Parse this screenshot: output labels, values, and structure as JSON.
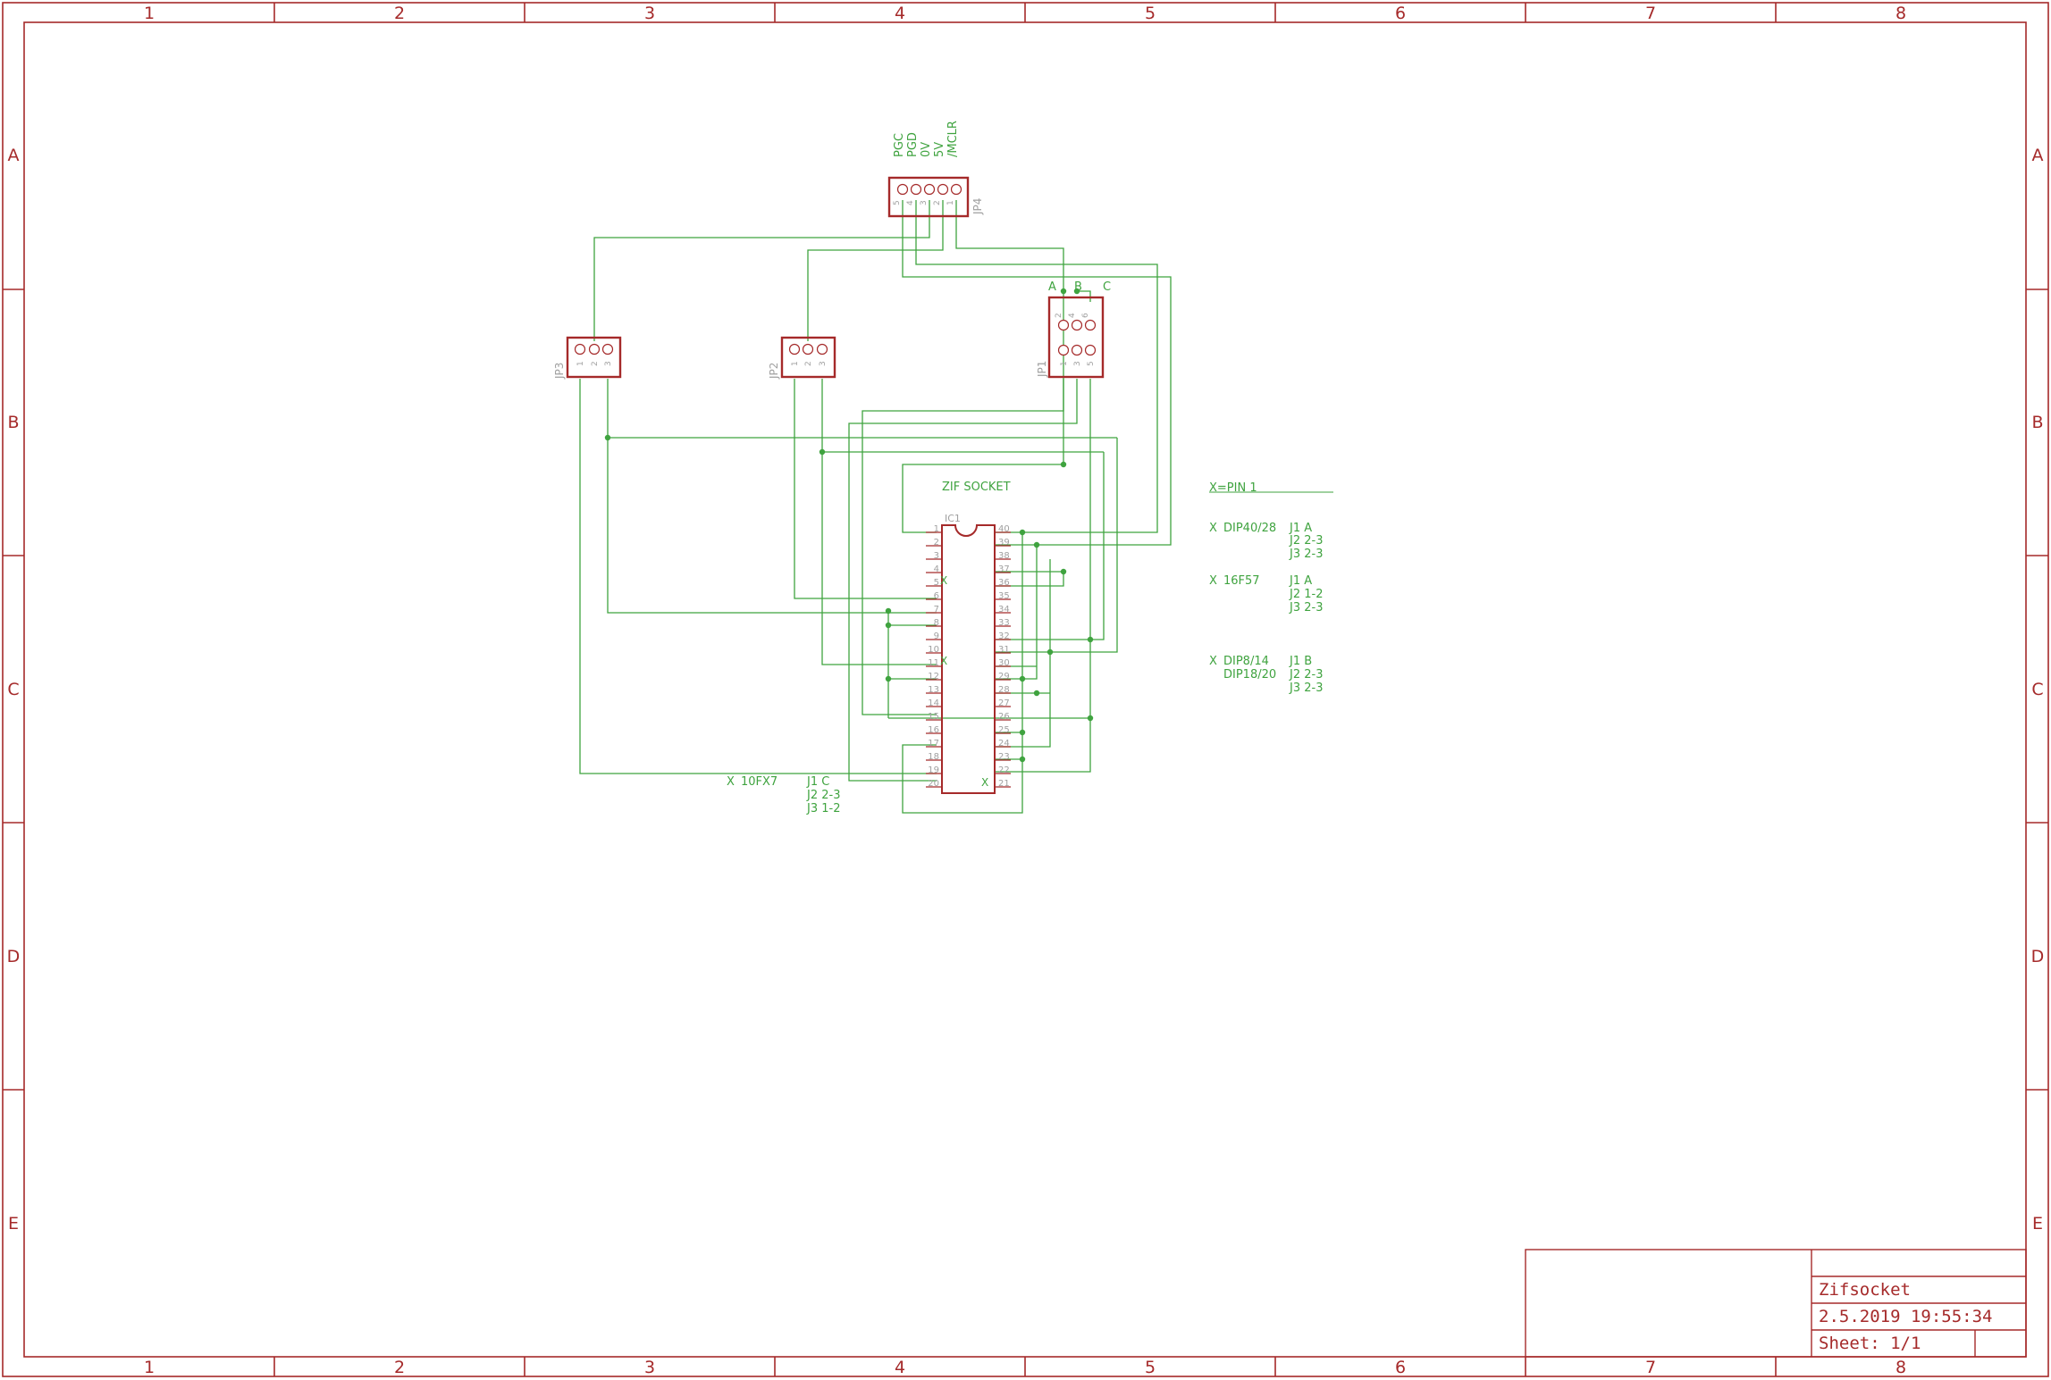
{
  "colors": {
    "frame": "#a52a2a",
    "wire": "#3fa33f",
    "pin_label": "#a0a0a0",
    "background": "#ffffff"
  },
  "frame": {
    "columns": [
      "1",
      "2",
      "3",
      "4",
      "5",
      "6",
      "7",
      "8"
    ],
    "rows": [
      "A",
      "B",
      "C",
      "D",
      "E"
    ]
  },
  "jp4": {
    "ref": "JP4",
    "signals": [
      "PGC",
      "PGD",
      "0V",
      "5V",
      "/MCLR"
    ],
    "pins": [
      "5",
      "4",
      "3",
      "2",
      "1"
    ]
  },
  "jp3": {
    "ref": "JP3",
    "pins": [
      "1",
      "2",
      "3"
    ]
  },
  "jp2": {
    "ref": "JP2",
    "pins": [
      "1",
      "2",
      "3"
    ]
  },
  "jp1": {
    "ref": "JP1",
    "top_pins": [
      "2",
      "4",
      "6"
    ],
    "bottom_pins": [
      "1",
      "3",
      "5"
    ],
    "col_labels": [
      "A",
      "B",
      "C"
    ]
  },
  "ic1": {
    "ref": "IC1",
    "title": "ZIF SOCKET",
    "left_pins": [
      "1",
      "2",
      "3",
      "4",
      "5",
      "6",
      "7",
      "8",
      "9",
      "10",
      "11",
      "12",
      "13",
      "14",
      "15",
      "16",
      "17",
      "18",
      "19",
      "20"
    ],
    "right_pins": [
      "40",
      "39",
      "38",
      "37",
      "36",
      "35",
      "34",
      "33",
      "32",
      "31",
      "30",
      "29",
      "28",
      "27",
      "26",
      "25",
      "24",
      "23",
      "22",
      "21"
    ],
    "x_marker": "X"
  },
  "notes": {
    "legend": "X=PIN 1",
    "dip40": {
      "x": "X",
      "name": "DIP40/28",
      "l1": "J1 A",
      "l2": "J2 2-3",
      "l3": "J3 2-3"
    },
    "f16": {
      "x": "X",
      "name": "16F57",
      "l1": "J1 A",
      "l2": "J2 1-2",
      "l3": "J3 2-3"
    },
    "dip8": {
      "x": "X",
      "name": "DIP8/14",
      "name2": "DIP18/20",
      "l1": "J1 B",
      "l2": "J2 2-3",
      "l3": "J3 2-3"
    },
    "fx10": {
      "x": "X",
      "name": "10FX7",
      "l1": "J1 C",
      "l2": "J2 2-3",
      "l3": "J3 1-2"
    }
  },
  "title_block": {
    "name": "Zifsocket",
    "date": "2.5.2019 19:55:34",
    "sheet": "Sheet: 1/1"
  }
}
